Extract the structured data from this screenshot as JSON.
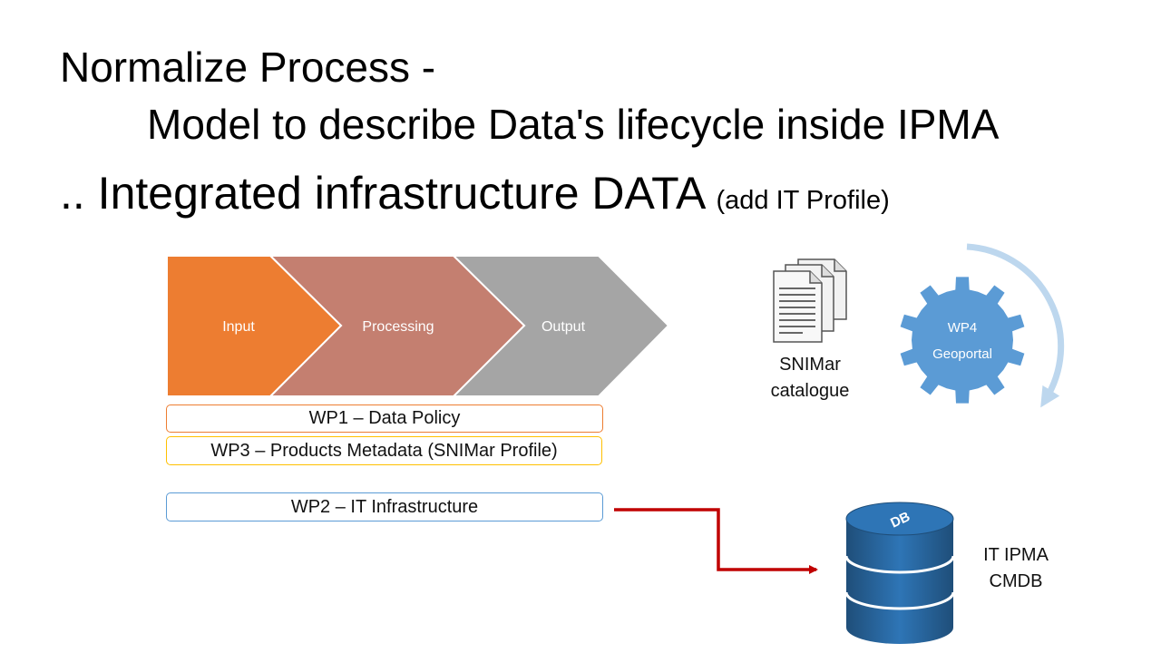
{
  "slide": {
    "title_line1": "Normalize Process -",
    "title_line2": "Model to describe Data's lifecycle inside IPMA",
    "title_line3": ".. Integrated infrastructure DATA",
    "title_line3_note": "(add IT Profile)"
  },
  "process": {
    "steps": [
      {
        "label": "Input",
        "color": "#ED7D31"
      },
      {
        "label": "Processing",
        "color": "#C47F70"
      },
      {
        "label": "Output",
        "color": "#A5A5A5"
      }
    ]
  },
  "work_packages": {
    "wp1": "WP1 – Data Policy",
    "wp3": "WP3 – Products Metadata (SNIMar Profile)",
    "wp2": "WP2 – IT Infrastructure"
  },
  "catalogue": {
    "icon": "documents-icon",
    "label_line1": "SNIMar",
    "label_line2": "catalogue"
  },
  "geoportal": {
    "icon": "gear-icon",
    "label_line1": "WP4",
    "label_line2": "Geoportal",
    "color": "#5B9BD5"
  },
  "database": {
    "icon": "database-icon",
    "icon_text": "DB",
    "label_line1": "IT IPMA",
    "label_line2": "CMDB"
  },
  "connector": {
    "icon": "arrow-icon",
    "color": "#C00000"
  }
}
